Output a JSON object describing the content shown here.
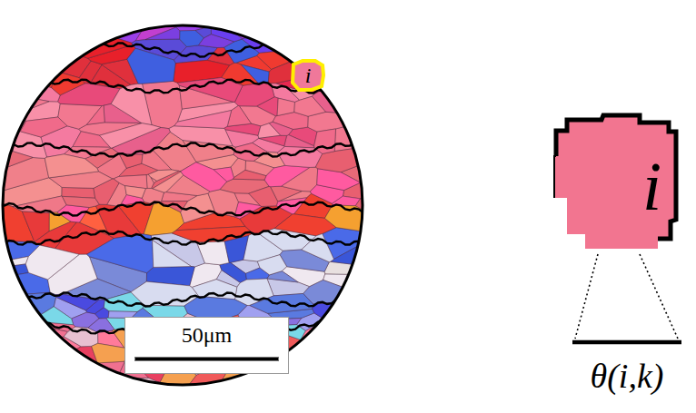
{
  "diagram": {
    "nodes": [
      {
        "text": [
          "i"
        ]
      },
      {
        "text": [
          "i"
        ]
      },
      {
        "text": [
          "50μm"
        ]
      }
    ],
    "labels": [
      "θ(i,k)"
    ]
  }
}
